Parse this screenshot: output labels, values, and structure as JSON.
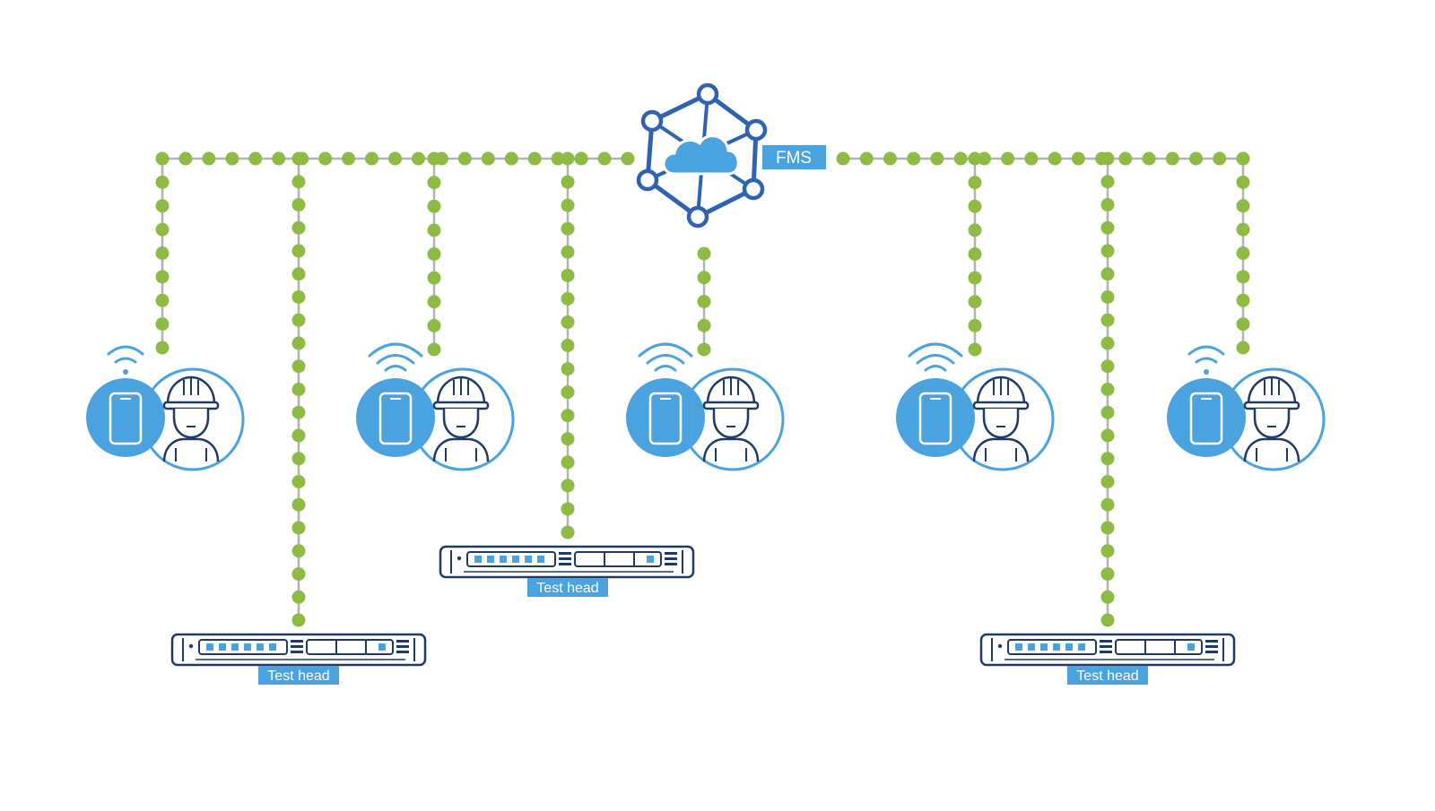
{
  "hub": {
    "label": "FMS",
    "icon": "cloud-network-hub-icon"
  },
  "technicians": [
    {
      "id": "tech-1",
      "icon": "technician-with-phone-icon",
      "wifi": "wifi-signal-icon"
    },
    {
      "id": "tech-2",
      "icon": "technician-with-phone-icon",
      "wifi": "wifi-signal-icon"
    },
    {
      "id": "tech-3",
      "icon": "technician-with-phone-icon",
      "wifi": "wifi-signal-icon"
    },
    {
      "id": "tech-4",
      "icon": "technician-with-phone-icon",
      "wifi": "wifi-signal-icon"
    },
    {
      "id": "tech-5",
      "icon": "technician-with-phone-icon",
      "wifi": "wifi-signal-icon"
    }
  ],
  "test_heads": [
    {
      "id": "test-head-1",
      "label": "Test head",
      "icon": "rack-server-icon"
    },
    {
      "id": "test-head-2",
      "label": "Test head",
      "icon": "rack-server-icon"
    },
    {
      "id": "test-head-3",
      "label": "Test head",
      "icon": "rack-server-icon"
    }
  ],
  "colors": {
    "primary_blue": "#4aa3df",
    "dark_navy": "#1f3a66",
    "hub_blue": "#2f62b0",
    "link_green": "#8dbb44",
    "link_gray": "#b3b3b3",
    "label_text": "#ffffff"
  }
}
